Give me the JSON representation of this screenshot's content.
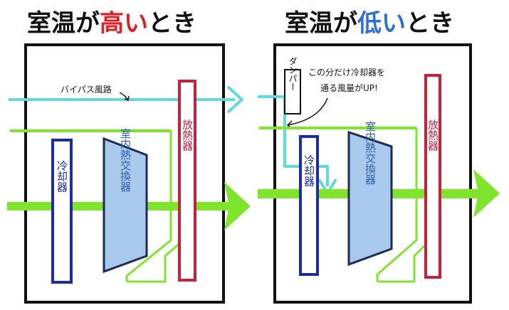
{
  "left_panel": {
    "title_prefix": "室温が",
    "title_highlight": "高い",
    "title_suffix": "とき",
    "highlight_color": "#e02020",
    "bypass_label": "バイパス風路",
    "cooler_label": "冷却器",
    "heat_exchanger_label": "室内熱交換器",
    "radiator_label": "放熱器"
  },
  "right_panel": {
    "title_prefix": "室温が",
    "title_highlight": "低い",
    "title_suffix": "とき",
    "highlight_color": "#2a6fdc",
    "damper_label": "ダンパー",
    "note_line1": "この分だけ冷却器を",
    "note_line2": "通る風量がUP!",
    "cooler_label": "冷却器",
    "heat_exchanger_label": "室内熱交換器",
    "radiator_label": "放熱器"
  },
  "colors": {
    "airflow_cyan": "#5fd8de",
    "airflow_green": "#7fe52b",
    "cooler_border": "#1a2bb0",
    "exchanger_fill": "#a9c9ea",
    "radiator_border": "#c8203a"
  }
}
